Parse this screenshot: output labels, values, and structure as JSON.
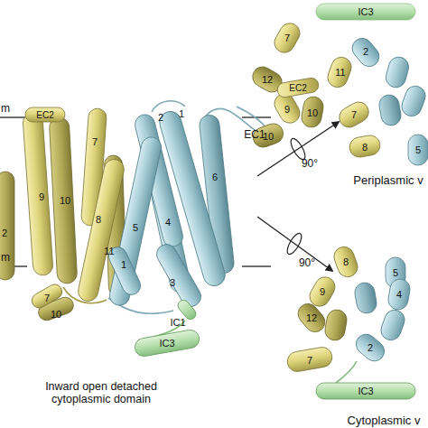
{
  "diagram": {
    "labels": [
      "m",
      "EC2",
      "2",
      "1",
      "EC1",
      "7",
      "9",
      "10",
      "6",
      "5",
      "8",
      "4",
      "2",
      "11",
      "1",
      "m",
      "3",
      "7",
      "10",
      "IC1",
      "IC3",
      "Inward open detached cytoplasmic domain",
      "90°",
      "90°",
      "IC3",
      "7",
      "2",
      "12",
      "EC2",
      "11",
      "9",
      "10",
      "7",
      "10",
      "8",
      "5",
      "Periplasmic v",
      "8",
      "5",
      "9",
      "4",
      "12",
      "2",
      "7",
      "IC3",
      "Cytoplasmic v"
    ]
  }
}
